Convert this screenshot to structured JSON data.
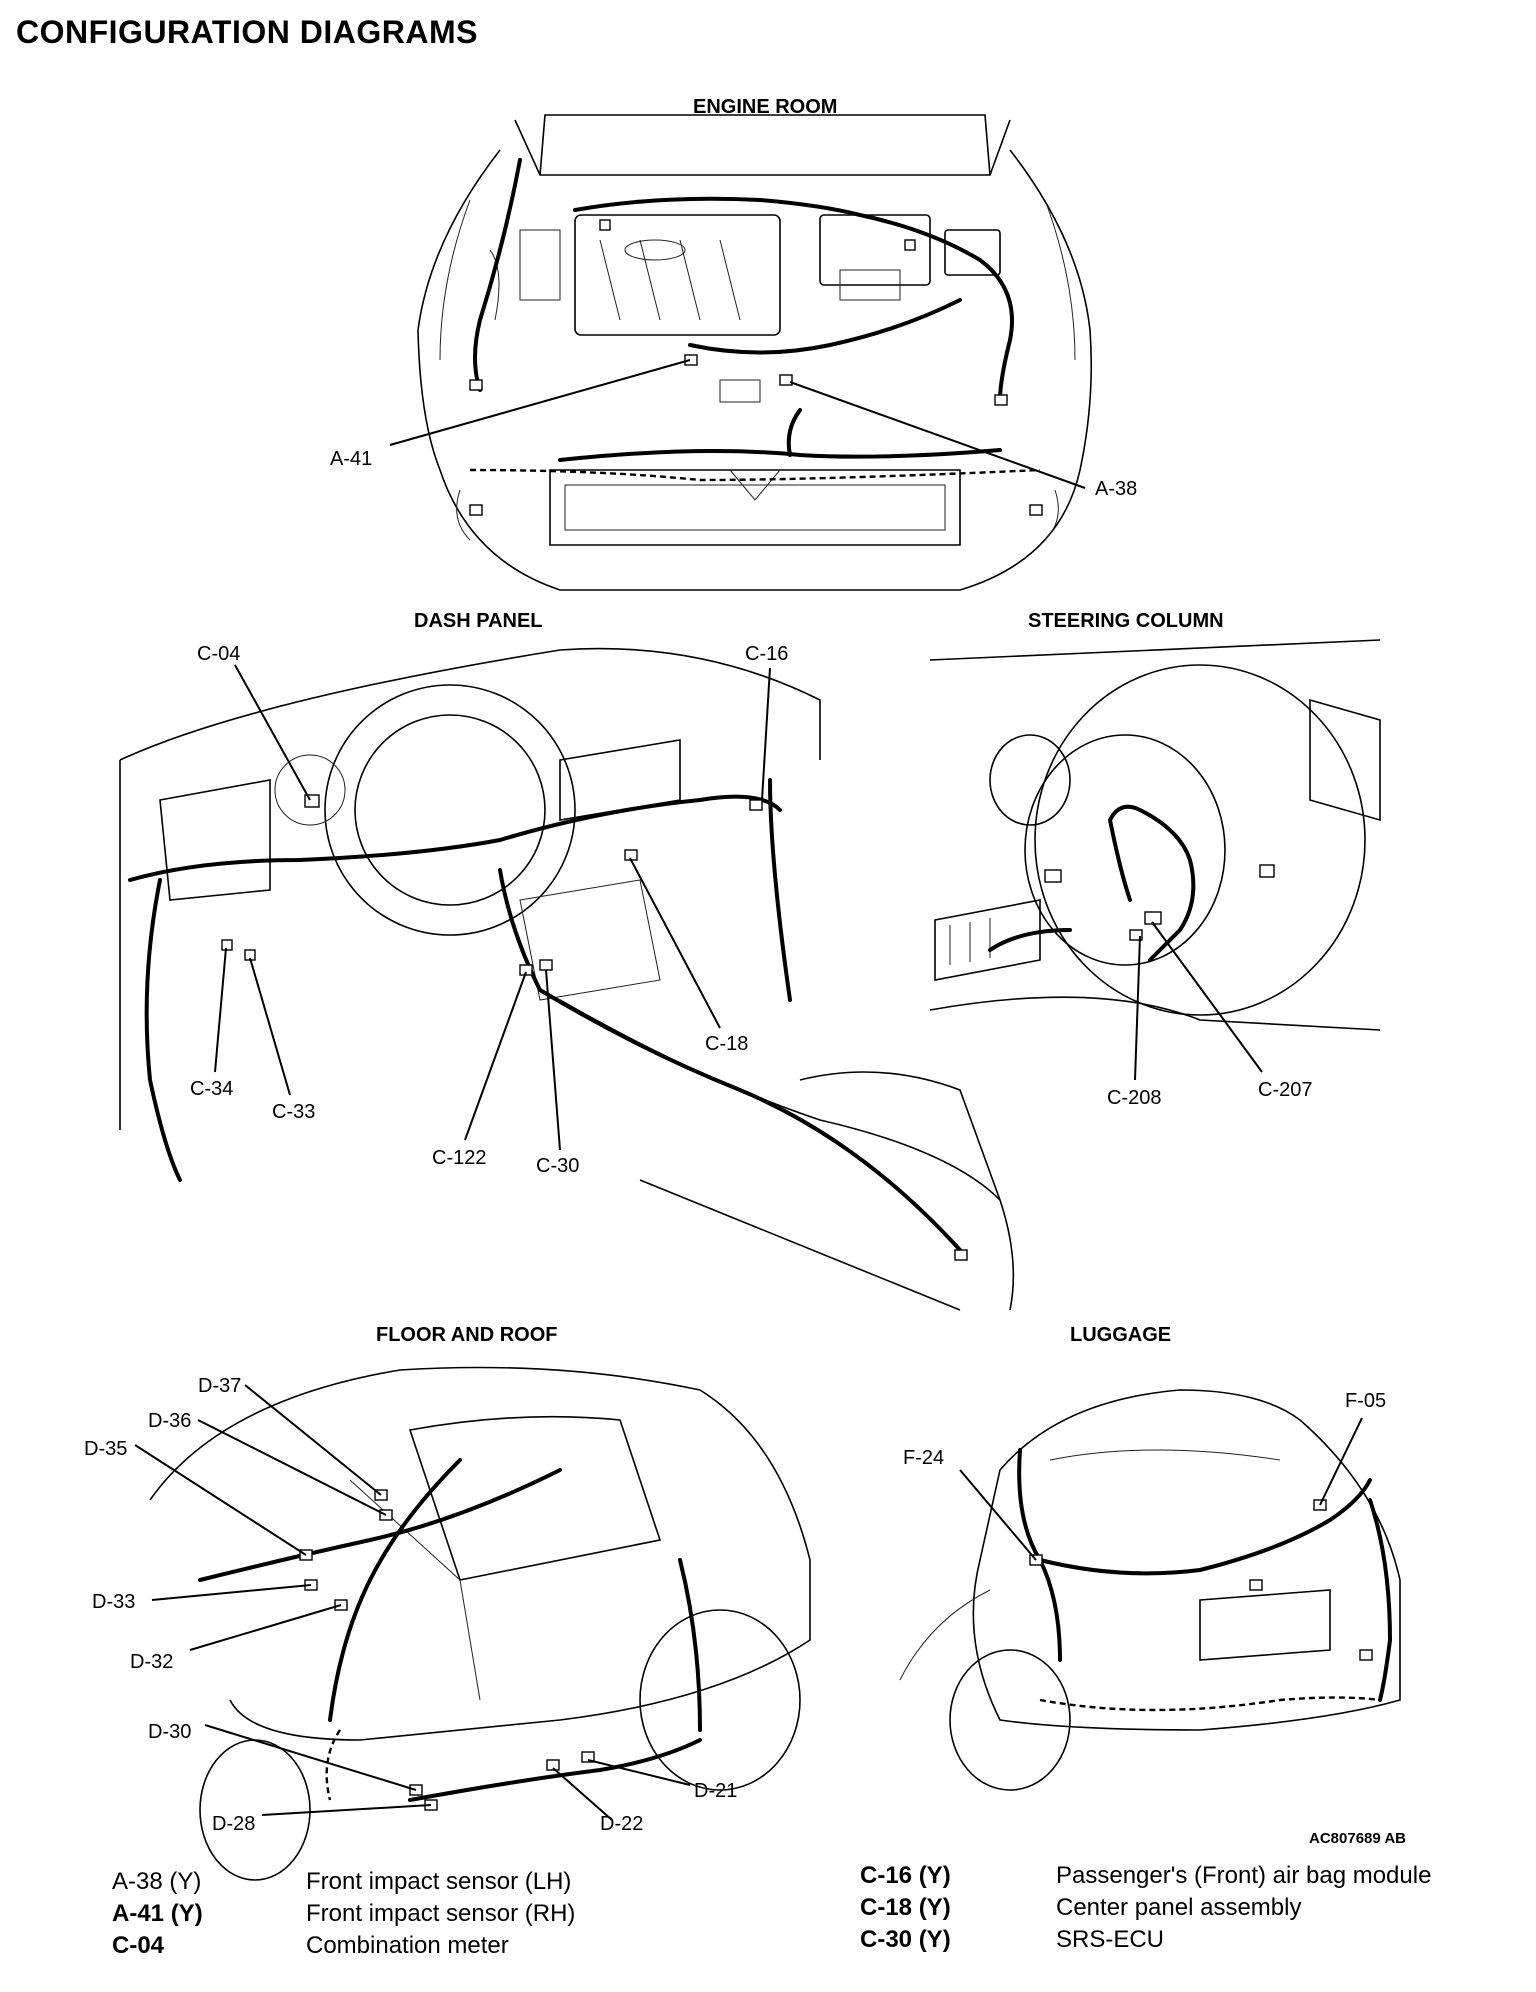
{
  "title": "CONFIGURATION DIAGRAMS",
  "sections": {
    "engine_room": "ENGINE ROOM",
    "dash_panel": "DASH PANEL",
    "steering_column": "STEERING COLUMN",
    "floor_and_roof": "FLOOR AND ROOF",
    "luggage": "LUGGAGE"
  },
  "callouts": {
    "engine_room": [
      "A-41",
      "A-38"
    ],
    "dash_panel": [
      "C-04",
      "C-16",
      "C-18",
      "C-34",
      "C-33",
      "C-122",
      "C-30"
    ],
    "steering_column": [
      "C-208",
      "C-207"
    ],
    "floor_and_roof": [
      "D-37",
      "D-36",
      "D-35",
      "D-33",
      "D-32",
      "D-30",
      "D-28",
      "D-22",
      "D-21"
    ],
    "luggage": [
      "F-05",
      "F-24"
    ]
  },
  "image_id": "AC807689 AB",
  "legend_left": [
    {
      "code": "A-38 (Y)",
      "desc": "Front impact sensor (LH)"
    },
    {
      "code": "A-41 (Y)",
      "desc": "Front impact sensor (RH)"
    },
    {
      "code": "C-04",
      "desc": "Combination meter"
    }
  ],
  "legend_right": [
    {
      "code": "C-16 (Y)",
      "desc": "Passenger's (Front) air bag module"
    },
    {
      "code": "C-18 (Y)",
      "desc": "Center panel assembly"
    },
    {
      "code": "C-30 (Y)",
      "desc": "SRS-ECU"
    }
  ]
}
